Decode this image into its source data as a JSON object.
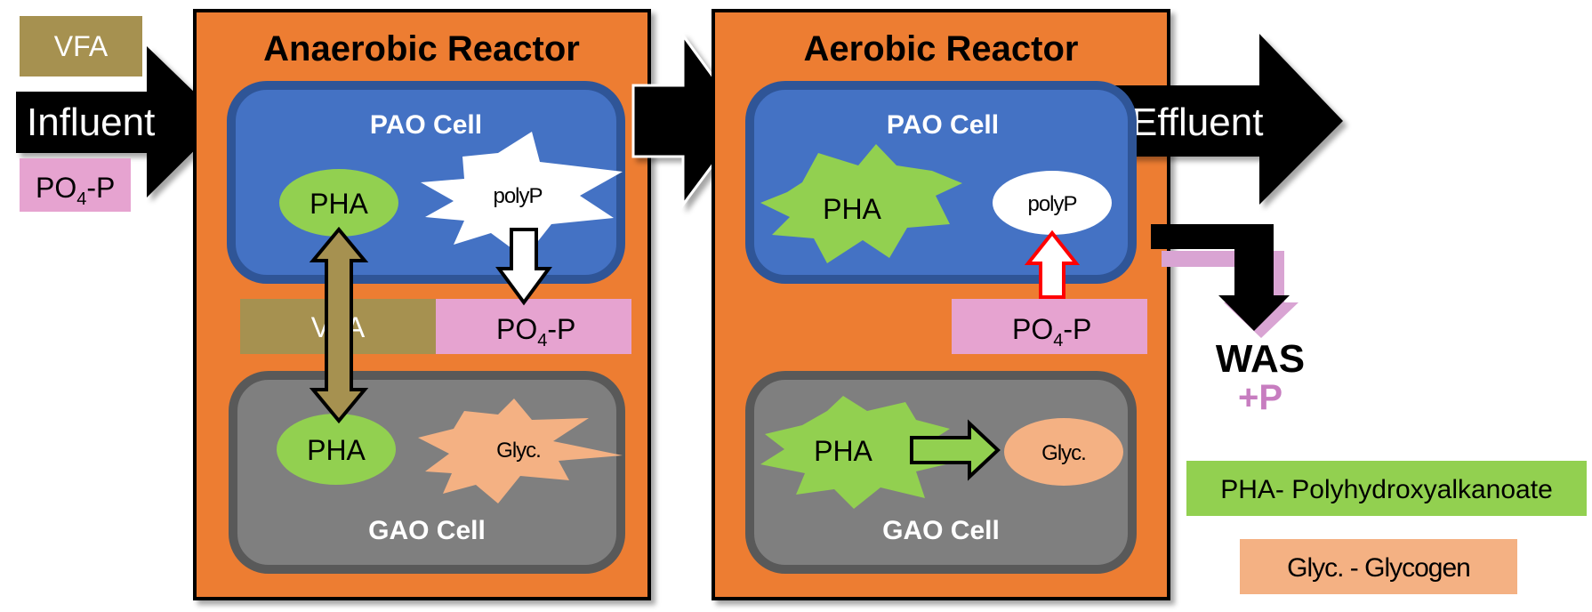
{
  "colors": {
    "reactor": "#ed7d31",
    "pao_cell": "#4472c4",
    "pao_border": "#2f5597",
    "gao_cell": "#7f7f7f",
    "gao_border": "#595959",
    "pha": "#92d050",
    "glyc": "#f4b183",
    "vfa": "#a69150",
    "po4p": "#e6a3d0",
    "arrow": "#000000",
    "red_arrow": "#ff0000"
  },
  "influent": {
    "label": "Influent",
    "vfa": "VFA",
    "po4p_main": "PO",
    "po4p_sub": "4",
    "po4p_tail": "-P"
  },
  "anaerobic": {
    "title": "Anaerobic Reactor",
    "pao_title": "PAO Cell",
    "pha": "PHA",
    "polyp": "polyP",
    "vfa": "VFA",
    "po4p_main": "PO",
    "po4p_sub": "4",
    "po4p_tail": "-P",
    "gao_pha": "PHA",
    "gao_glyc": "Glyc.",
    "gao_title": "GAO Cell"
  },
  "aerobic": {
    "title": "Aerobic Reactor",
    "pao_title": "PAO Cell",
    "pha": "PHA",
    "polyp": "polyP",
    "po4p_main": "PO",
    "po4p_sub": "4",
    "po4p_tail": "-P",
    "gao_pha": "PHA",
    "gao_glyc": "Glyc.",
    "gao_title": "GAO Cell"
  },
  "effluent": {
    "label": "Effluent"
  },
  "was": {
    "label": "WAS",
    "plus": "+P"
  },
  "legend": {
    "pha": "PHA- Polyhydroxyalkanoate",
    "glyc": "Glyc. - Glycogen"
  }
}
